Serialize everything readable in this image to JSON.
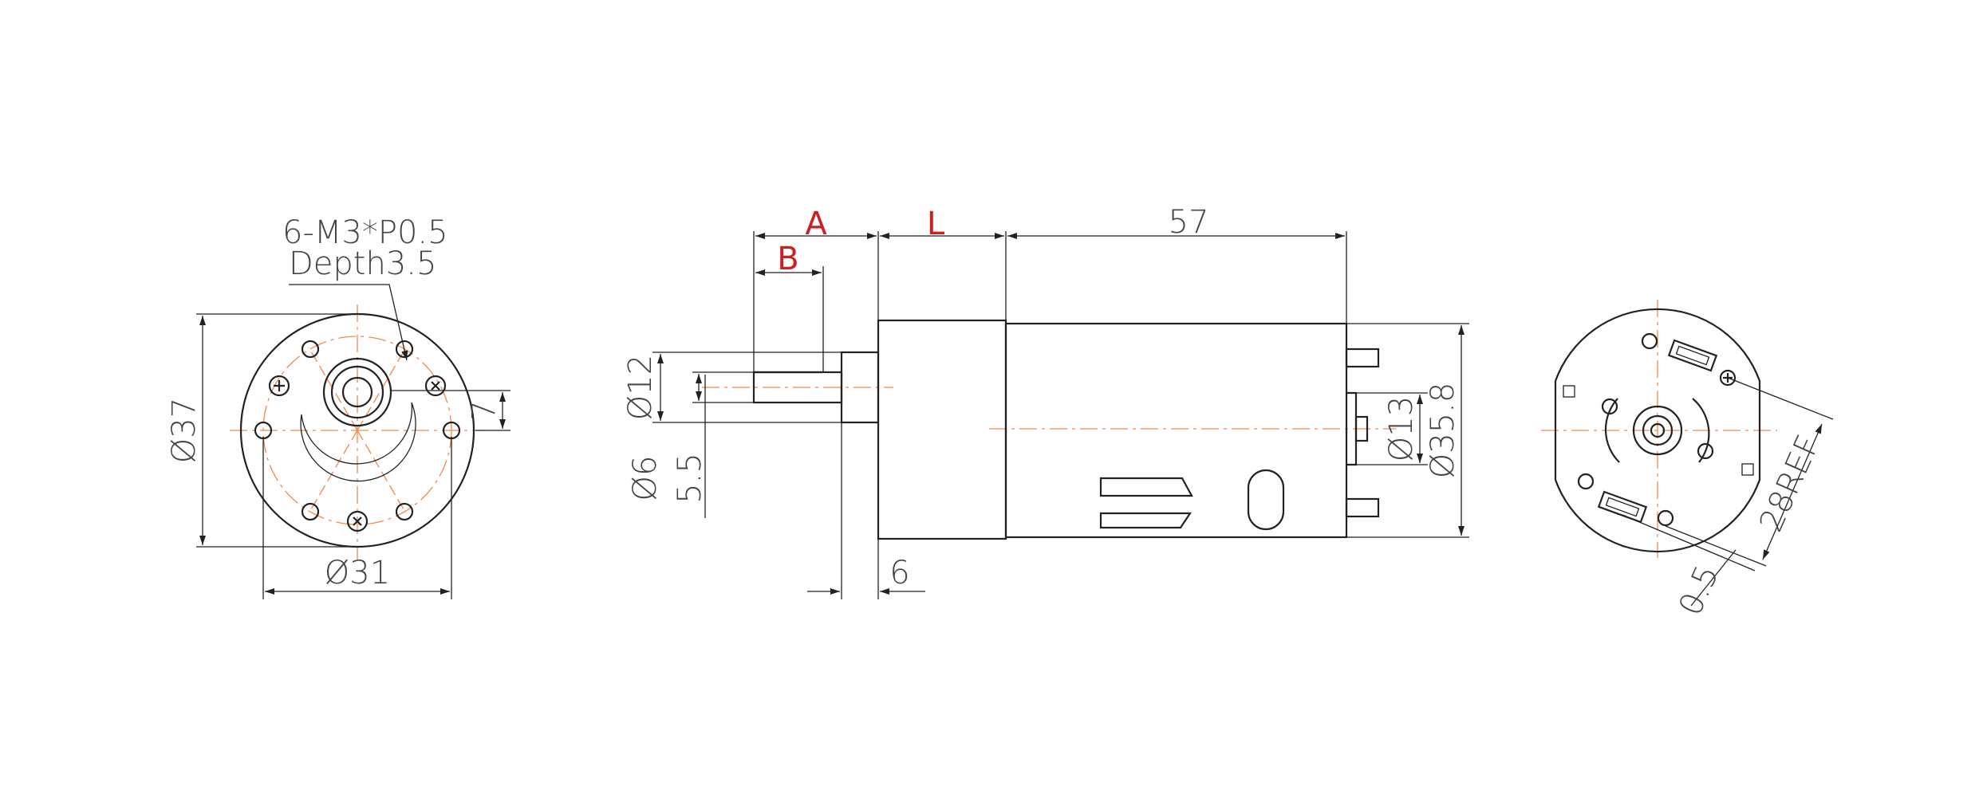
{
  "colors": {
    "line": "#222222",
    "center_line": "#f08a4b",
    "dimension_text": "#444444",
    "highlight": "#cc1f1f"
  },
  "front_view": {
    "thread_note_line1": "6-M3*P0.5",
    "thread_note_line2": "Depth3.5",
    "dim_outer": "Ø37",
    "dim_pcd": "Ø31",
    "dim_offset": "7"
  },
  "side_view": {
    "dim_A": "A",
    "dim_B": "B",
    "dim_L": "L",
    "dim_motor_length": "57",
    "dim_boss": "Ø12",
    "dim_shaft": "Ø6",
    "dim_flat": "5.5",
    "dim_boss_length": "6",
    "dim_bearing": "Ø13",
    "dim_motor_dia": "Ø35.8"
  },
  "rear_view": {
    "dim_terminal_span": "28REF",
    "dim_terminal_offset": "0.5"
  }
}
